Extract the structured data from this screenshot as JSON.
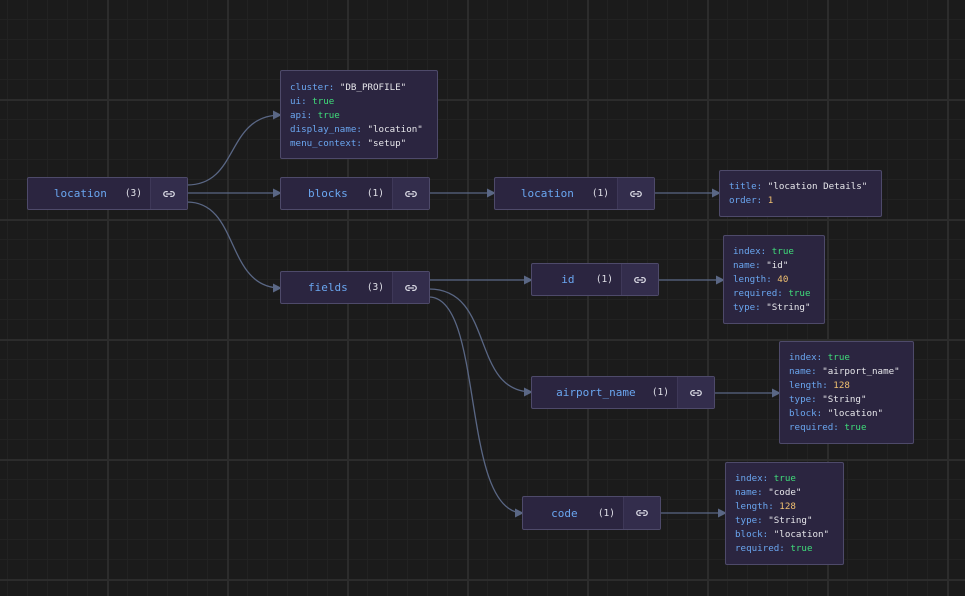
{
  "colors": {
    "background": "#1b1b1b",
    "node_fill": "#2b2540",
    "node_border": "#4e4a6a",
    "edge": "#5a6785",
    "key": "#6aa6f0",
    "string": "#e6e6ea",
    "boolean": "#3fdc7a",
    "number": "#f0c070"
  },
  "nodes": {
    "root": {
      "label": "location",
      "count": "(3)",
      "link_icon": "link-icon"
    },
    "blocks": {
      "label": "blocks",
      "count": "(1)",
      "link_icon": "link-icon"
    },
    "block_loc": {
      "label": "location",
      "count": "(1)",
      "link_icon": "link-icon"
    },
    "fields": {
      "label": "fields",
      "count": "(3)",
      "link_icon": "link-icon"
    },
    "id": {
      "label": "id",
      "count": "(1)",
      "link_icon": "link-icon"
    },
    "airport_name": {
      "label": "airport_name",
      "count": "(1)",
      "link_icon": "link-icon"
    },
    "code": {
      "label": "code",
      "count": "(1)",
      "link_icon": "link-icon"
    }
  },
  "props": {
    "root": [
      {
        "key": "cluster:",
        "value": "\"DB_PROFILE\"",
        "kind": "s"
      },
      {
        "key": "ui:",
        "value": "true",
        "kind": "b"
      },
      {
        "key": "api:",
        "value": "true",
        "kind": "b"
      },
      {
        "key": "display_name:",
        "value": "\"location\"",
        "kind": "s"
      },
      {
        "key": "menu_context:",
        "value": "\"setup\"",
        "kind": "s"
      }
    ],
    "block_loc": [
      {
        "key": "title:",
        "value": "\"location Details\"",
        "kind": "s"
      },
      {
        "key": "order:",
        "value": "1",
        "kind": "n"
      }
    ],
    "id": [
      {
        "key": "index:",
        "value": "true",
        "kind": "b"
      },
      {
        "key": "name:",
        "value": "\"id\"",
        "kind": "s"
      },
      {
        "key": "length:",
        "value": "40",
        "kind": "n"
      },
      {
        "key": "required:",
        "value": "true",
        "kind": "b"
      },
      {
        "key": "type:",
        "value": "\"String\"",
        "kind": "s"
      }
    ],
    "airport_name": [
      {
        "key": "index:",
        "value": "true",
        "kind": "b"
      },
      {
        "key": "name:",
        "value": "\"airport_name\"",
        "kind": "s"
      },
      {
        "key": "length:",
        "value": "128",
        "kind": "n"
      },
      {
        "key": "type:",
        "value": "\"String\"",
        "kind": "s"
      },
      {
        "key": "block:",
        "value": "\"location\"",
        "kind": "s"
      },
      {
        "key": "required:",
        "value": "true",
        "kind": "b"
      }
    ],
    "code": [
      {
        "key": "index:",
        "value": "true",
        "kind": "b"
      },
      {
        "key": "name:",
        "value": "\"code\"",
        "kind": "s"
      },
      {
        "key": "length:",
        "value": "128",
        "kind": "n"
      },
      {
        "key": "type:",
        "value": "\"String\"",
        "kind": "s"
      },
      {
        "key": "block:",
        "value": "\"location\"",
        "kind": "s"
      },
      {
        "key": "required:",
        "value": "true",
        "kind": "b"
      }
    ]
  }
}
